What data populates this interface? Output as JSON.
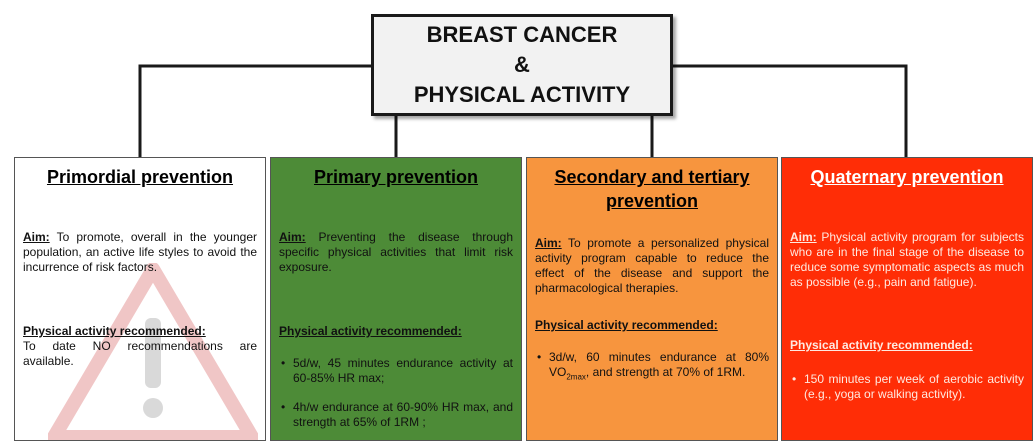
{
  "title": {
    "line1": "BREAST CANCER",
    "line2": "&",
    "line3": "PHYSICAL ACTIVITY"
  },
  "panels": [
    {
      "heading": "Primordial prevention",
      "color": "#ffffff",
      "aim_label": "Aim:",
      "aim_text": " To promote, overall in the younger population, an active life styles to avoid the incurrence of risk factors.",
      "rec_label": "Physical activity recommended:",
      "rec_text": "To date NO recommendations are available.",
      "icon": "warning-icon"
    },
    {
      "heading": "Primary prevention",
      "color": "#4d8b37",
      "aim_label": "Aim:",
      "aim_text": " Preventing the disease through specific physical activities that limit risk exposure.",
      "rec_label": "Physical activity recommended:",
      "bullets": [
        "5d/w, 45 minutes endurance activity at 60-85% HR max;",
        "4h/w endurance at 60-90% HR max, and strength at 65% of 1RM ;"
      ]
    },
    {
      "heading": "Secondary and tertiary prevention",
      "color": "#f7953e",
      "aim_label": "Aim:",
      "aim_text": " To promote a personalized physical activity program capable to reduce the effect of the disease and support the pharmacological therapies.",
      "rec_label": "Physical activity recommended:",
      "bullet_pre": "3d/w, 60 minutes endurance at 80% VO",
      "bullet_sub": "2max",
      "bullet_post": ", and strength at 70% of 1RM."
    },
    {
      "heading": "Quaternary prevention",
      "color": "#ff2d06",
      "aim_label": "Aim:",
      "aim_text": " Physical activity program for subjects who are in the final stage of the disease to reduce some symptomatic aspects as much as possible (e.g., pain and fatigue).",
      "rec_label": "Physical activity recommended:",
      "bullets": [
        "150 minutes per week of aerobic activity (e.g., yoga or walking activity)."
      ]
    }
  ]
}
